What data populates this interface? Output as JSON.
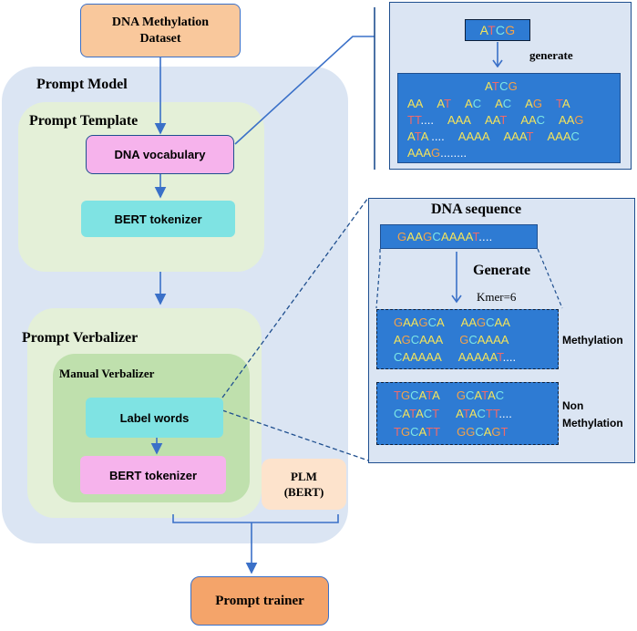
{
  "colors": {
    "orange_box": "#f9c89c",
    "orange_dark": "#f4a46a",
    "model_bg": "#dbe5f3",
    "template_bg": "#e4f0d8",
    "manual_bg": "#bfe0ad",
    "pink": "#f6b3ec",
    "cyan": "#7fe3e3",
    "peach": "#fde3cc",
    "panel_blue": "#2e7bd3",
    "arrow": "#3a70c8",
    "nucleotide_A": "#f5e45a",
    "nucleotide_T": "#f06a6a",
    "nucleotide_C": "#7ce6e6",
    "nucleotide_G": "#f4a24a"
  },
  "dataset": {
    "line1": "DNA Methylation",
    "line2": "Dataset"
  },
  "prompt_model": {
    "label": "Prompt Model"
  },
  "prompt_template": {
    "label": "Prompt Template",
    "vocab": "DNA vocabulary",
    "tokenizer": "BERT tokenizer"
  },
  "prompt_verbalizer": {
    "label": "Prompt Verbalizer",
    "manual_label": "Manual Verbalizer",
    "label_words": "Label words",
    "tokenizer": "BERT tokenizer"
  },
  "plm": {
    "line1": "PLM",
    "line2": "(BERT)"
  },
  "trainer": {
    "label": "Prompt trainer"
  },
  "vocab_panel": {
    "input_seq": "ATCG",
    "generate": "generate",
    "header_seq": "ATCG",
    "rows": [
      [
        "AA",
        "AT",
        "AC",
        "AC",
        "AG",
        "TA"
      ],
      [
        "TT....",
        "AAA",
        "AAT",
        "AAC",
        "AAG"
      ],
      [
        "ATA ....",
        "AAAA",
        "AAAT",
        "AAAC"
      ],
      [
        "AAAG........"
      ]
    ]
  },
  "seq_panel": {
    "title": "DNA sequence",
    "sequence": "GAAGCAAAAT....",
    "generate": "Generate",
    "kmer": "Kmer=6",
    "methylation_label": "Methylation",
    "non_label_1": "Non",
    "non_label_2": "Methylation",
    "methylation_rows": [
      [
        "GAAGCA",
        "AAGCAA"
      ],
      [
        "AGCAAA",
        "GCAAAA"
      ],
      [
        "CAAAAA",
        "AAAAAT...."
      ]
    ],
    "non_rows": [
      [
        "TGCATA",
        "GCATAC"
      ],
      [
        "CATACT",
        "ATACTT...."
      ],
      [
        "TGCATT",
        "GGCAGT"
      ]
    ]
  }
}
